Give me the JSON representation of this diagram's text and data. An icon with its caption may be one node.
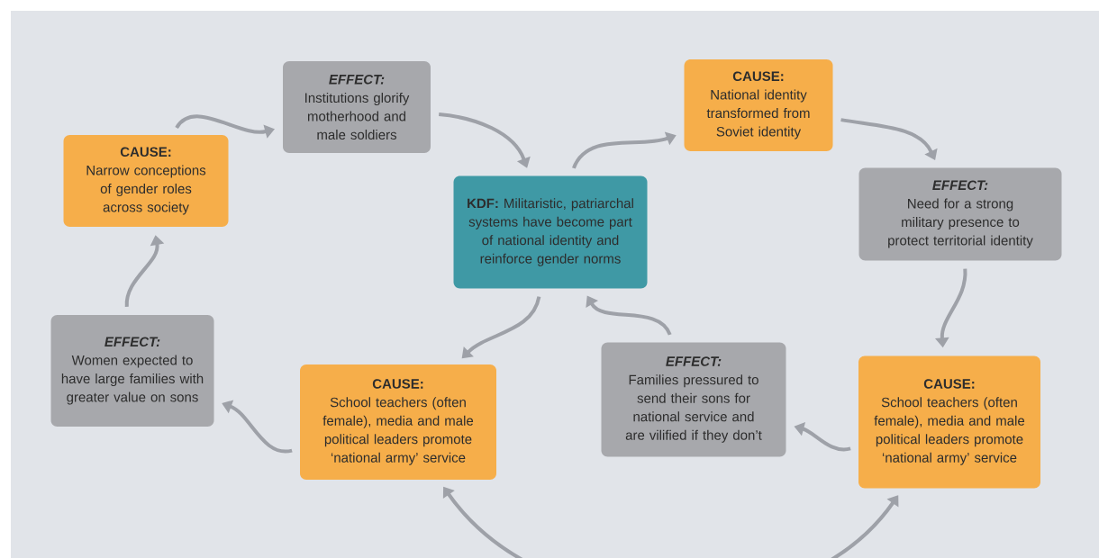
{
  "diagram": {
    "nodes": [
      {
        "text": [
          "EFFECT:",
          "Institutions glorify motherhood and male soldiers"
        ]
      },
      {
        "text": [
          "CAUSE:",
          "National identity transformed from Soviet identity"
        ]
      },
      {
        "text": [
          "CAUSE:",
          "Narrow conceptions of gender roles across society"
        ]
      },
      {
        "text": [
          "EFFECT:",
          "Need for a strong military presence to protect territorial identity"
        ]
      },
      {
        "text": [
          "**KDF:** Militaristic, patriarchal systems have become part of national identity and reinforce gender norms"
        ]
      },
      {
        "text": [
          "EFFECT:",
          "Women expected to have large families with greater value on sons"
        ]
      },
      {
        "text": [
          "EFFECT:",
          "Families pressured to send their sons for national service and are vilified if they don’t"
        ]
      },
      {
        "text": [
          "CAUSE:",
          "School teachers (often female), media and male political leaders promote ‘national army’ service"
        ]
      },
      {
        "text": [
          "CAUSE:",
          "School teachers (often female), media and male political leaders promote ‘national army’ service"
        ]
      }
    ],
    "edges": [
      {
        "from": 2,
        "to": 0,
        "arrow": "to"
      },
      {
        "from": 0,
        "to": 4,
        "arrow": "to"
      },
      {
        "from": 4,
        "to": 1,
        "arrow": "to"
      },
      {
        "from": 1,
        "to": 3,
        "arrow": "to"
      },
      {
        "from": 3,
        "to": 8,
        "arrow": "to"
      },
      {
        "from": 8,
        "to": 6,
        "arrow": "to"
      },
      {
        "from": 6,
        "to": 4,
        "arrow": "to"
      },
      {
        "from": 4,
        "to": 7,
        "arrow": "to"
      },
      {
        "from": 7,
        "to": 5,
        "arrow": "to"
      },
      {
        "from": 5,
        "to": 2,
        "arrow": "to"
      },
      {
        "from": 7,
        "to": 8,
        "arrow": "both"
      }
    ]
  }
}
